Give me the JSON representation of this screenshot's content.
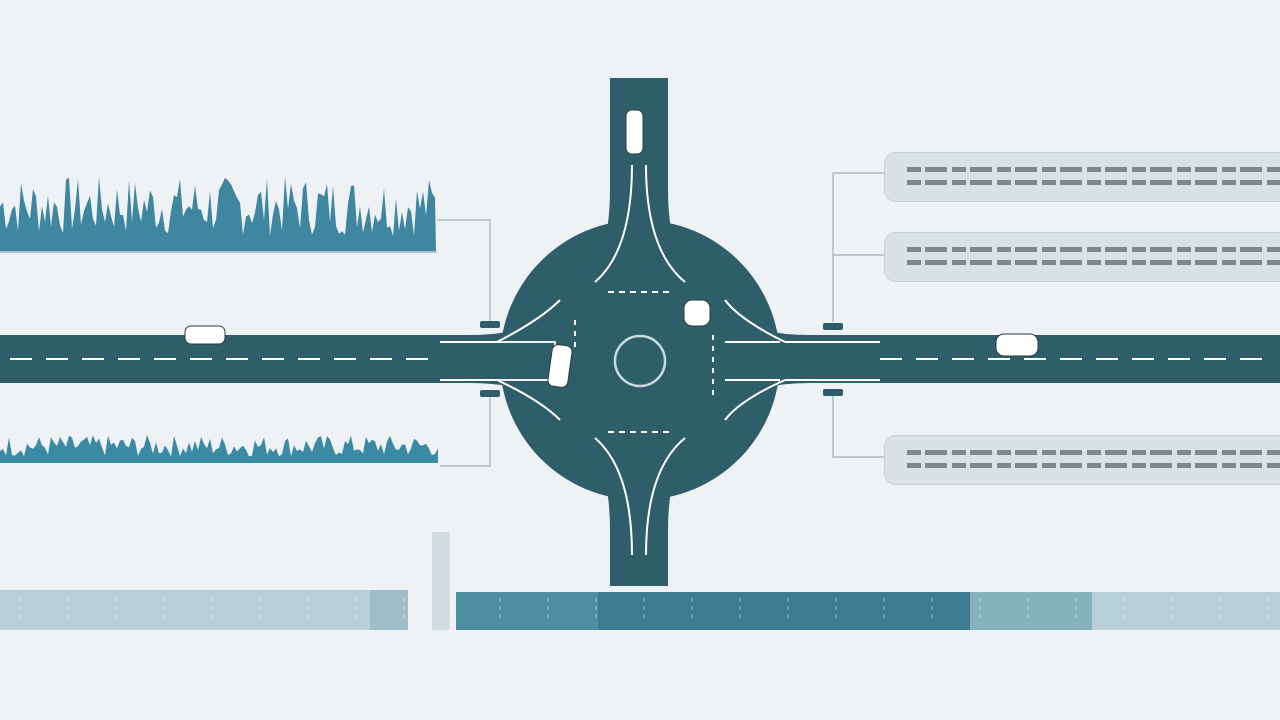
{
  "colors": {
    "background": "#eef2f4",
    "road": "#2f5e6b",
    "road_marking": "#ffffff",
    "waveform": "#3f86a0",
    "callout_fill": "#dbe2e6",
    "timeline_light": "#b9d0d8",
    "timeline_dark": "#3b7c90"
  },
  "icons": [
    "car-icon",
    "sensor-icon"
  ],
  "callouts": [
    {
      "lines": 2
    },
    {
      "lines": 2
    },
    {
      "lines": 2
    }
  ]
}
